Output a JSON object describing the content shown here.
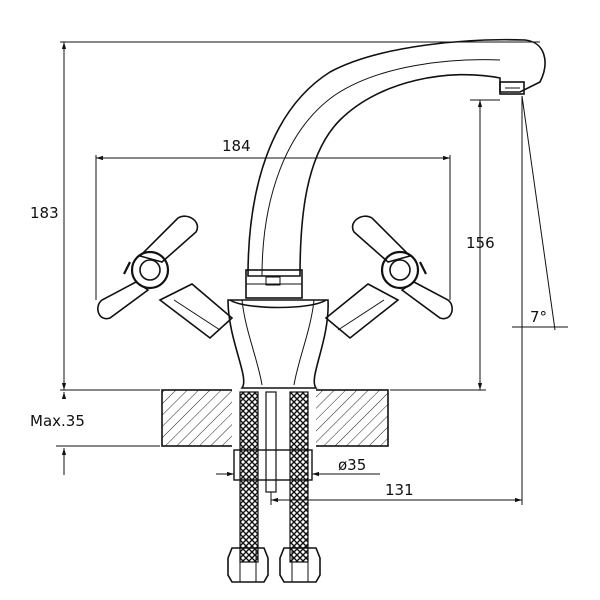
{
  "dimensions": {
    "height_total": "183",
    "width_handles": "184",
    "spout_height": "156",
    "spout_angle": "7°",
    "max_thickness": "Max.35",
    "hole_diameter": "ø35",
    "spout_reach": "131"
  }
}
